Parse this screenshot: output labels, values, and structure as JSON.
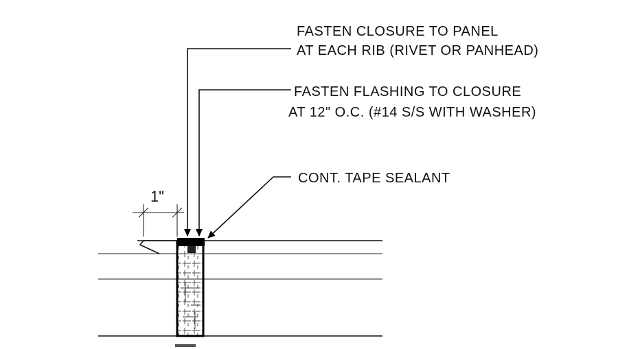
{
  "notes": {
    "closure_line1": "FASTEN CLOSURE TO PANEL",
    "closure_line2": "AT EACH RIB (RIVET OR PANHEAD)",
    "flashing_line1": "FASTEN FLASHING TO CLOSURE",
    "flashing_line2": "AT 12\"  O.C. (#14 S/S WITH WASHER)",
    "sealant": "CONT. TAPE SEALANT"
  },
  "dimension": {
    "label": "1\""
  }
}
